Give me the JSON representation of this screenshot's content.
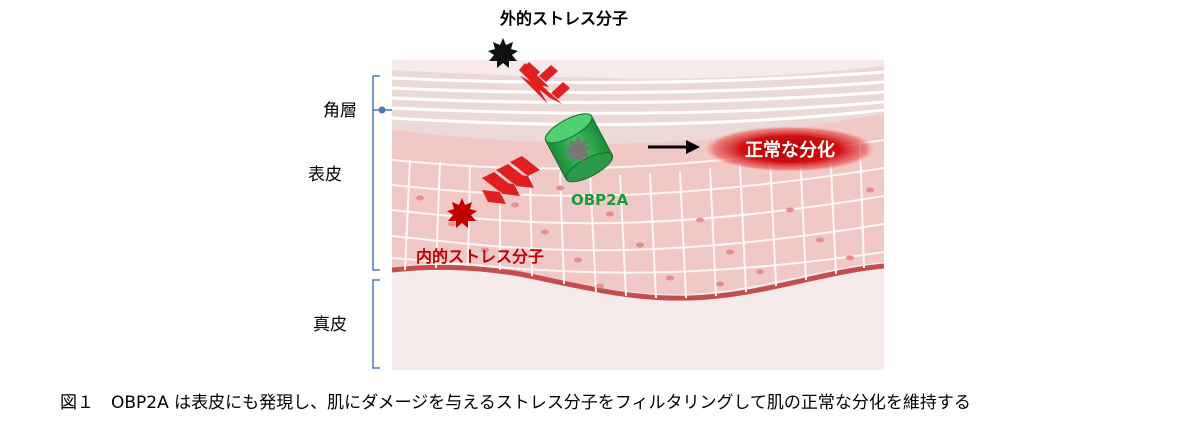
{
  "labels": {
    "external_stress": "外的ストレス分子",
    "internal_stress": "内的ストレス分子",
    "stratum_corneum": "角層",
    "epidermis": "表皮",
    "dermis": "真皮",
    "protein": "OBP2A",
    "normal_differentiation": "正常な分化"
  },
  "caption": "図１　OBP2A は表皮にも発現し、肌にダメージを与えるストレス分子をフィルタリングして肌の正常な分化を維持する",
  "colors": {
    "external_stress": "#111111",
    "internal_stress": "#c00000",
    "arrow_red": "#e02020",
    "protein_green": "#2eaa4a",
    "protein_label": "#1a9a3a",
    "differentiation_red": "#c00000",
    "bracket_blue": "#4a78b5"
  }
}
